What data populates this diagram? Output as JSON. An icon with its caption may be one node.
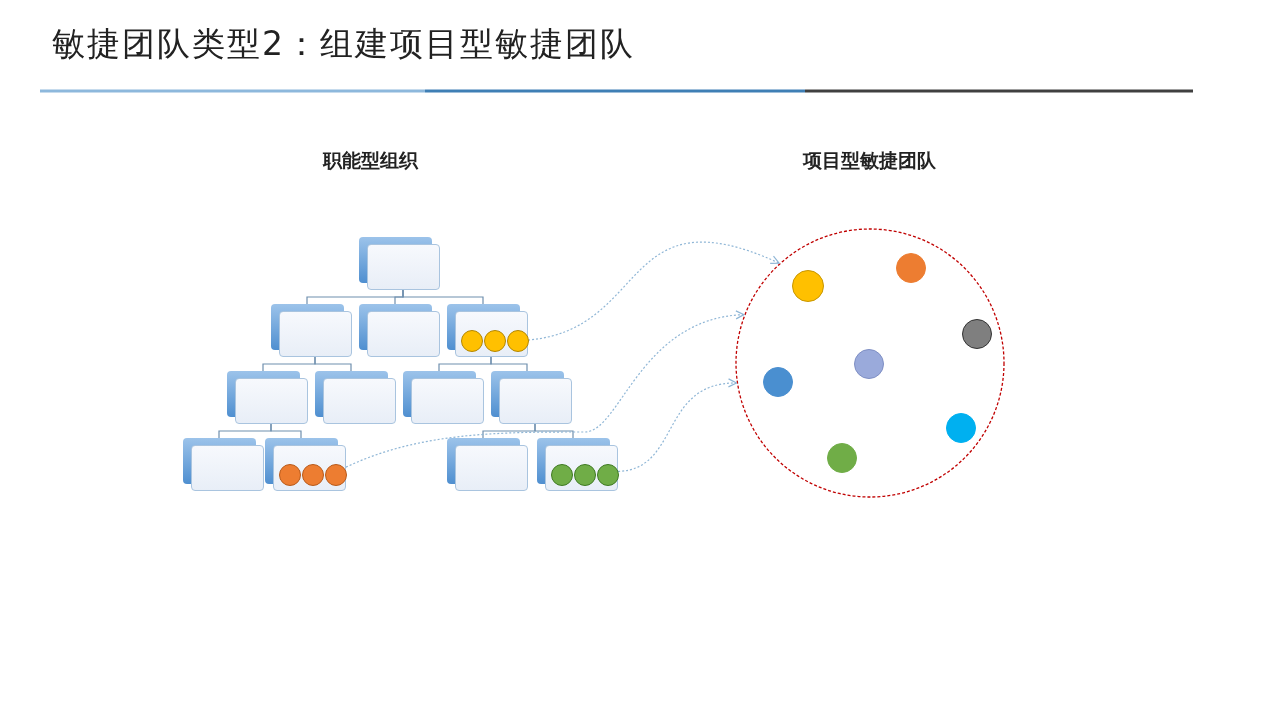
{
  "diagram": {
    "title": "敏捷团队类型2：组建项目型敏捷团队",
    "nodes": [
      {
        "text": [],
        "shape": "box"
      },
      {
        "text": [],
        "shape": "box"
      },
      {
        "text": [],
        "shape": "box"
      },
      {
        "text": [],
        "shape": "box"
      },
      {
        "text": [],
        "shape": "box"
      },
      {
        "text": [],
        "shape": "box"
      },
      {
        "text": [],
        "shape": "box"
      },
      {
        "text": [],
        "shape": "box"
      },
      {
        "text": [],
        "shape": "box"
      },
      {
        "text": [],
        "shape": "box"
      },
      {
        "text": [],
        "shape": "box"
      },
      {
        "text": [],
        "shape": "box"
      },
      {
        "text": [],
        "shape": "circle"
      },
      {
        "text": [],
        "shape": "circle",
        "in": 12
      },
      {
        "text": [],
        "shape": "circle",
        "in": 12
      },
      {
        "text": [],
        "shape": "circle",
        "in": 12
      },
      {
        "text": [],
        "shape": "circle",
        "in": 12
      },
      {
        "text": [],
        "shape": "circle",
        "in": 12
      },
      {
        "text": [],
        "shape": "circle",
        "in": 12
      },
      {
        "text": [],
        "shape": "circle",
        "in": 12
      }
    ],
    "edges": [
      {
        "from": 0,
        "to": 1,
        "arrow": "none"
      },
      {
        "from": 0,
        "to": 2,
        "arrow": "none"
      },
      {
        "from": 0,
        "to": 3,
        "arrow": "none"
      },
      {
        "from": 1,
        "to": 4,
        "arrow": "none"
      },
      {
        "from": 1,
        "to": 5,
        "arrow": "none"
      },
      {
        "from": 3,
        "to": 6,
        "arrow": "none"
      },
      {
        "from": 3,
        "to": 7,
        "arrow": "none"
      },
      {
        "from": 4,
        "to": 8,
        "arrow": "none"
      },
      {
        "from": 4,
        "to": 9,
        "arrow": "none"
      },
      {
        "from": 7,
        "to": 10,
        "arrow": "none"
      },
      {
        "from": 7,
        "to": 11,
        "arrow": "none"
      },
      {
        "from": 3,
        "to": 12,
        "arrow": "to",
        "style": "dashed",
        "color": "#8fb6d6"
      },
      {
        "from": 9,
        "to": 12,
        "arrow": "to",
        "style": "dashed",
        "color": "#8fb6d6"
      },
      {
        "from": 11,
        "to": 12,
        "arrow": "to",
        "style": "dashed",
        "color": "#8fb6d6"
      }
    ],
    "labels": [
      "职能型组织",
      "项目型敏捷团队"
    ]
  }
}
